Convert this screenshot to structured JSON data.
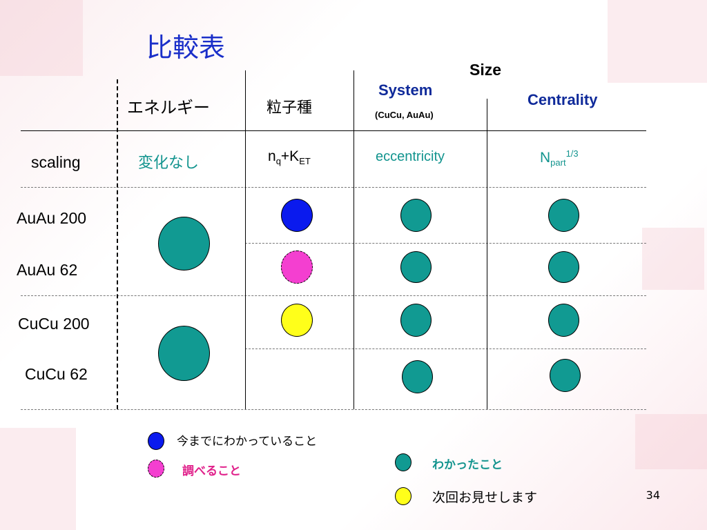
{
  "slide": {
    "title": "比較表",
    "page_number": "34"
  },
  "header": {
    "size_label": "Size",
    "energy": "エネルギー",
    "species": "粒子種",
    "system": "System",
    "system_sub": "(CuCu, AuAu)",
    "centrality": "Centrality"
  },
  "scaling_row": {
    "label": "scaling",
    "energy": "変化なし",
    "species_base": "n",
    "species_sub": "q",
    "species_mid": "+K",
    "species_sub2": "ET",
    "system": "eccentricity",
    "centrality_base": "N",
    "centrality_sub": "part",
    "centrality_sup": "1/3"
  },
  "rows": [
    {
      "label": "AuAu 200"
    },
    {
      "label": "AuAu 62"
    },
    {
      "label": "CuCu 200"
    },
    {
      "label": "CuCu 62"
    }
  ],
  "legend": {
    "known": "今までにわかっていること",
    "to_study": "調べること",
    "found": "わかったこと",
    "next_time": "次回お見せします"
  },
  "colors": {
    "known": "#0a1aee",
    "to_study": "#f43fd0",
    "found": "#119a92",
    "next_time": "#ffff1a"
  }
}
